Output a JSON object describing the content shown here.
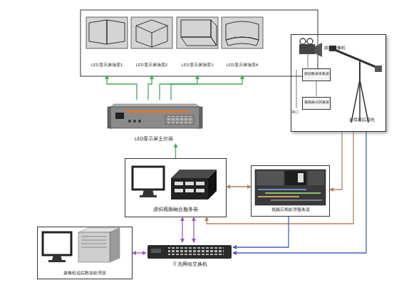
{
  "diagram": {
    "nodes": [
      {
        "text": [
          "LED显示屏场景1"
        ]
      },
      {
        "text": [
          "LED显示屏场景2"
        ]
      },
      {
        "text": [
          "LED显示屏场景3"
        ]
      },
      {
        "text": [
          "LED显示屏场景4"
        ]
      },
      {
        "text": [
          "摇臂跟踪系统"
        ]
      },
      {
        "text": [
          "跟踪数据采集器"
        ],
        "in": 4
      },
      {
        "text": [
          "视频格式转换器"
        ],
        "in": 4
      },
      {
        "text": [
          "LED显示屏主控器"
        ]
      },
      {
        "text": [
          "虚拟视频融合服务器"
        ]
      },
      {
        "text": [
          "视频后期处理服务器"
        ]
      },
      {
        "text": [
          "摄像机追踪数据处理器"
        ]
      },
      {
        "text": [
          "千兆网络交换机"
        ]
      }
    ],
    "edges": [
      {
        "from": 7,
        "to": 0,
        "arrow": "to"
      },
      {
        "from": 7,
        "to": 1,
        "arrow": "to"
      },
      {
        "from": 7,
        "to": 2,
        "arrow": "to"
      },
      {
        "from": 7,
        "to": 3,
        "arrow": "to"
      },
      {
        "from": 8,
        "to": 7,
        "arrow": "to"
      },
      {
        "from": 8,
        "to": 9,
        "arrow": "both"
      },
      {
        "from": 4,
        "to": 9,
        "arrow": "to"
      },
      {
        "from": 4,
        "to": 8,
        "arrow": "to"
      },
      {
        "from": 8,
        "to": 11,
        "arrow": "both"
      },
      {
        "from": 8,
        "to": 11,
        "arrow": "both"
      },
      {
        "from": 10,
        "to": 11,
        "arrow": "both"
      },
      {
        "from": 4,
        "to": 11,
        "arrow": "to"
      },
      {
        "from": 9,
        "to": 11,
        "arrow": "to"
      }
    ],
    "labels": [
      "跟踪摄像机",
      "串口"
    ]
  }
}
